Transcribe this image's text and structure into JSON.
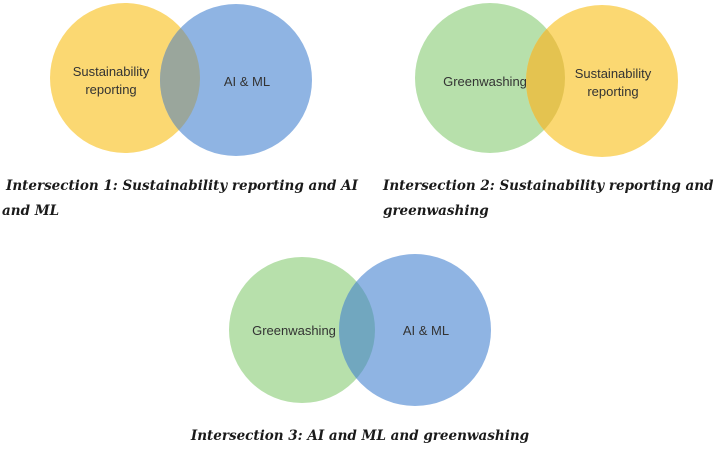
{
  "colors": {
    "yellow": "#fbd872",
    "blue": "#8fb4e3",
    "green": "#b7e0ab",
    "overlap_yb": "#9aa69c",
    "overlap_gy": "#e4c350",
    "overlap_gb": "#71a7bf"
  },
  "diagrams": [
    {
      "left_label_lines": [
        "Sustainability",
        "reporting"
      ],
      "right_label": "AI & ML",
      "caption_lines": [
        "Intersection 1: Sustainability reporting and AI",
        "and ML"
      ]
    },
    {
      "left_label": "Greenwashing",
      "right_label_lines": [
        "Sustainability",
        "reporting"
      ],
      "caption_lines": [
        "Intersection 2: Sustainability reporting and",
        "greenwashing"
      ]
    },
    {
      "left_label": "Greenwashing",
      "right_label": "AI & ML",
      "caption": "Intersection 3: AI and ML and greenwashing"
    }
  ]
}
